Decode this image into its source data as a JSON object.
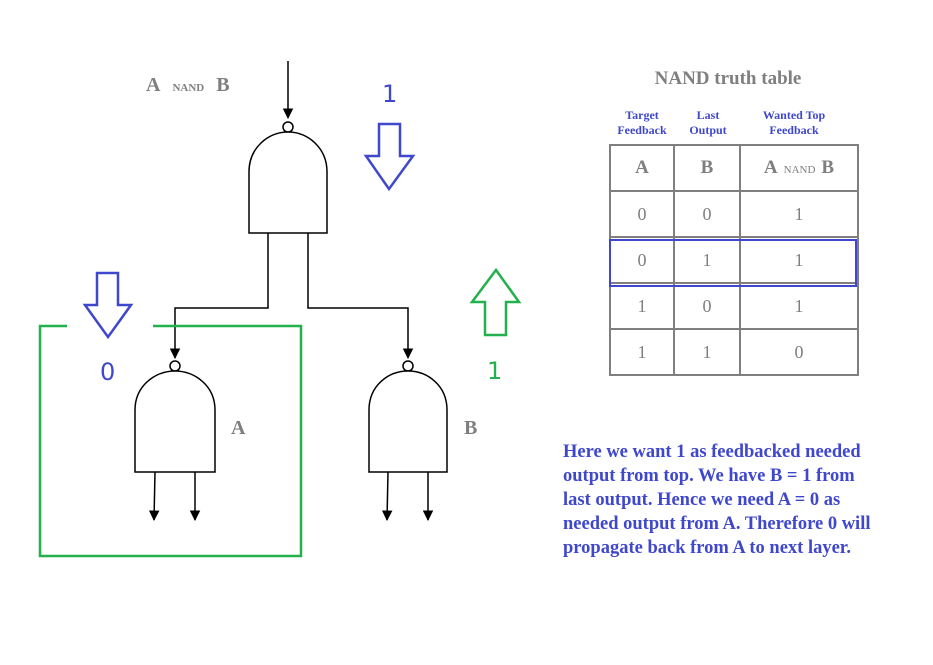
{
  "title_expr": {
    "a": "A",
    "op": "NAND",
    "b": "B"
  },
  "top_value": "1",
  "left_value": "0",
  "right_value": "1",
  "gate_a_label": "A",
  "gate_b_label": "B",
  "truth_table": {
    "title": "NAND  truth table",
    "column_captions": [
      [
        "Target",
        "Feedback"
      ],
      [
        "Last",
        "Output"
      ],
      [
        "Wanted Top",
        "Feedback"
      ]
    ],
    "headers": {
      "a": "A",
      "b": "B",
      "out_a": "A",
      "out_op": "NAND",
      "out_b": "B"
    },
    "rows": [
      [
        "0",
        "0",
        "1"
      ],
      [
        "0",
        "1",
        "1"
      ],
      [
        "1",
        "0",
        "1"
      ],
      [
        "1",
        "1",
        "0"
      ]
    ],
    "highlighted_row": 1
  },
  "explanation": [
    "Here we want 1 as feedbacked needed",
    "output from top. We have B = 1 from",
    "last output. Hence we need A = 0 as",
    "needed output from A. Therefore 0 will",
    "propagate back from A to next layer."
  ],
  "colors": {
    "blue": "#3f48cc",
    "green": "#22b14c",
    "gray": "#7f7f7f",
    "line": "#000000"
  }
}
